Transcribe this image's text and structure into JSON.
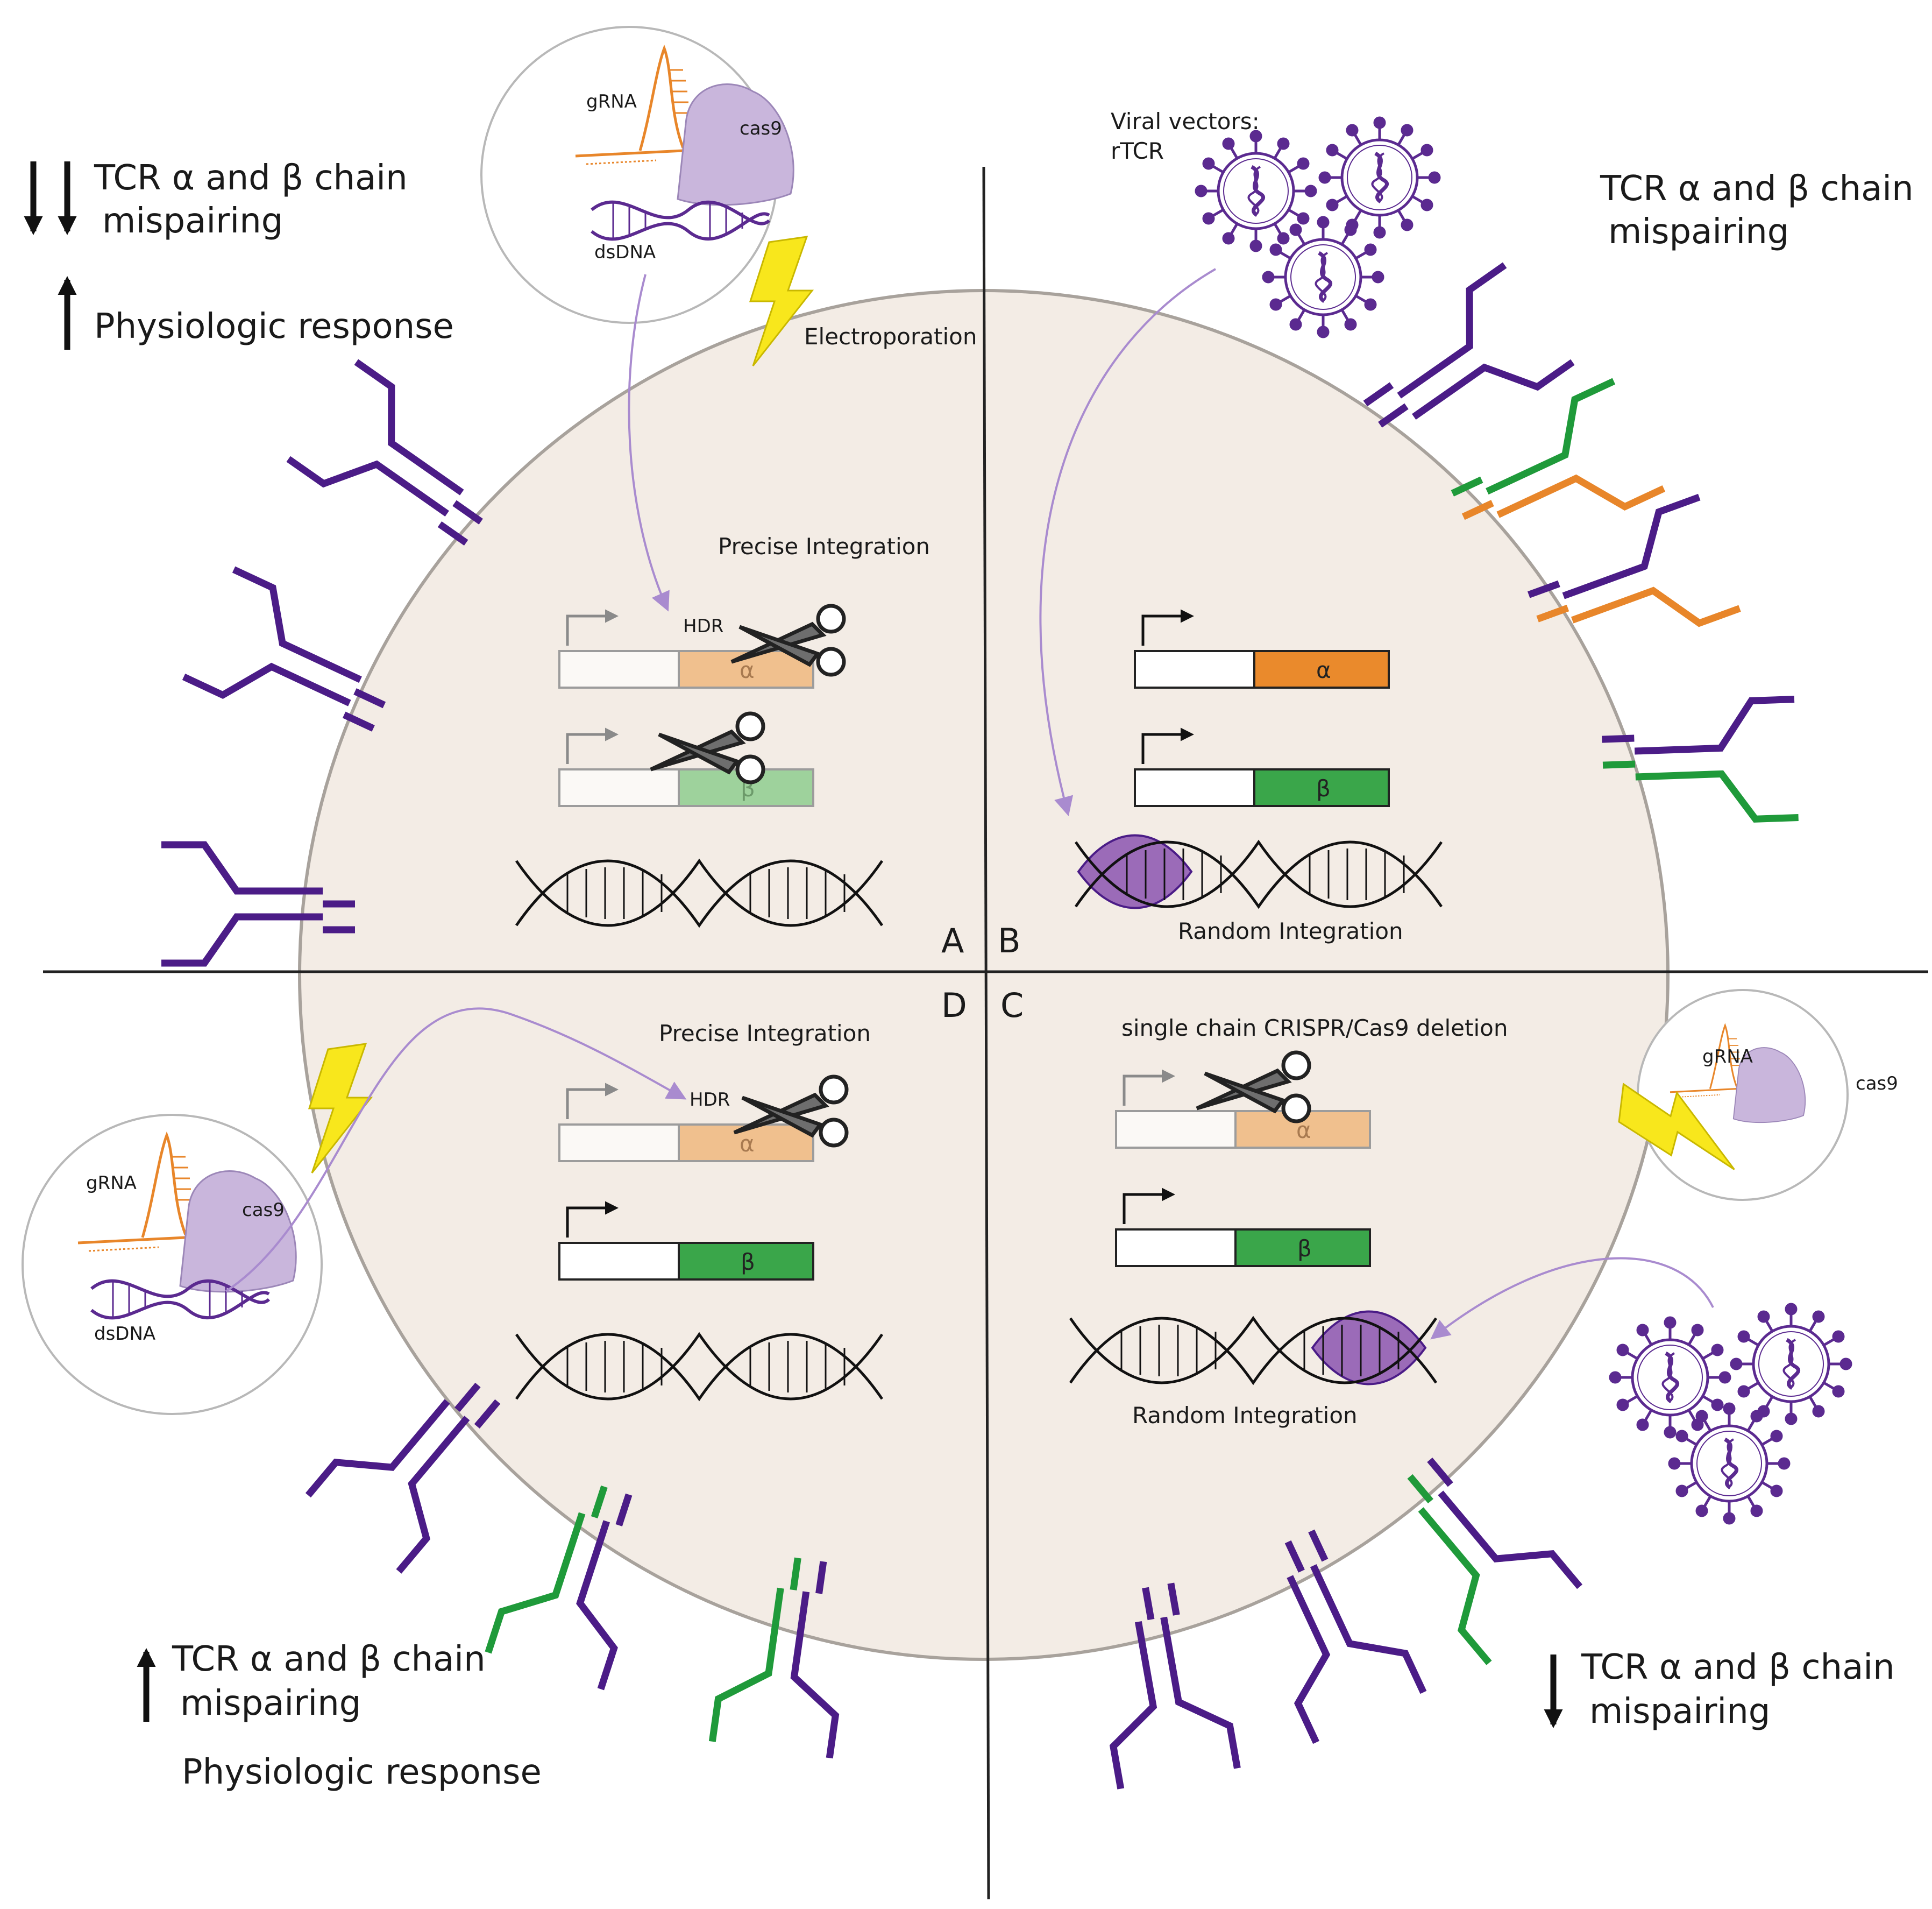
{
  "labels": {
    "quadrant_a": "A",
    "quadrant_b": "B",
    "quadrant_c": "C",
    "quadrant_d": "D",
    "top_left_effect_line1": "TCR α and β chain",
    "top_left_effect_line2": "mispairing",
    "top_left_physio": "Physiologic response",
    "top_right_effect_line1": "TCR α and β chain",
    "top_right_effect_line2": "mispairing",
    "bottom_left_effect_line1": "TCR α and β chain",
    "bottom_left_effect_line2": "mispairing",
    "bottom_left_physio": "Physiologic response",
    "bottom_right_effect_line1": "TCR α and β chain",
    "bottom_right_effect_line2": "mispairing",
    "electroporation": "Electroporation",
    "viral_vectors_line1": "Viral vectors:",
    "viral_vectors_line2": "rTCR",
    "precise_integration_a": "Precise Integration",
    "precise_integration_d": "Precise Integration",
    "random_integration_b": "Random Integration",
    "random_integration_c": "Random Integration",
    "single_chain_deletion": "single chain CRISPR/Cas9 deletion",
    "hdr_a": "HDR",
    "hdr_d": "HDR",
    "grna_a": "gRNA",
    "cas9_a": "cas9",
    "dsdna_a": "dsDNA",
    "grna_d": "gRNA",
    "cas9_d": "cas9",
    "dsdna_d": "dsDNA",
    "grna_c": "gRNA",
    "cas9_c": "cas9",
    "alpha": "α",
    "beta": "β"
  },
  "colors": {
    "cell_fill": "#f3ece5",
    "cell_stroke": "#a8a29c",
    "tcr_purple": "#4b1c87",
    "tcr_green": "#1f9a3a",
    "tcr_orange": "#e8862a",
    "alpha_orange": "#ea8a2c",
    "alpha_faded": "#f0c08e",
    "beta_green": "#3aa64a",
    "beta_faded": "#9ed29c",
    "cas9_lavender": "#c9b6dc",
    "viral_purple": "#5b2a90",
    "bolt_yellow": "#f8e71c",
    "arrow_lavender": "#a98bcf"
  },
  "icons": [
    "scissors-icon",
    "lightning-icon",
    "virus-icon",
    "dna-helix-icon",
    "tcr-receptor-icon",
    "cas9-complex-icon",
    "up-arrow-icon",
    "down-arrow-icon"
  ]
}
